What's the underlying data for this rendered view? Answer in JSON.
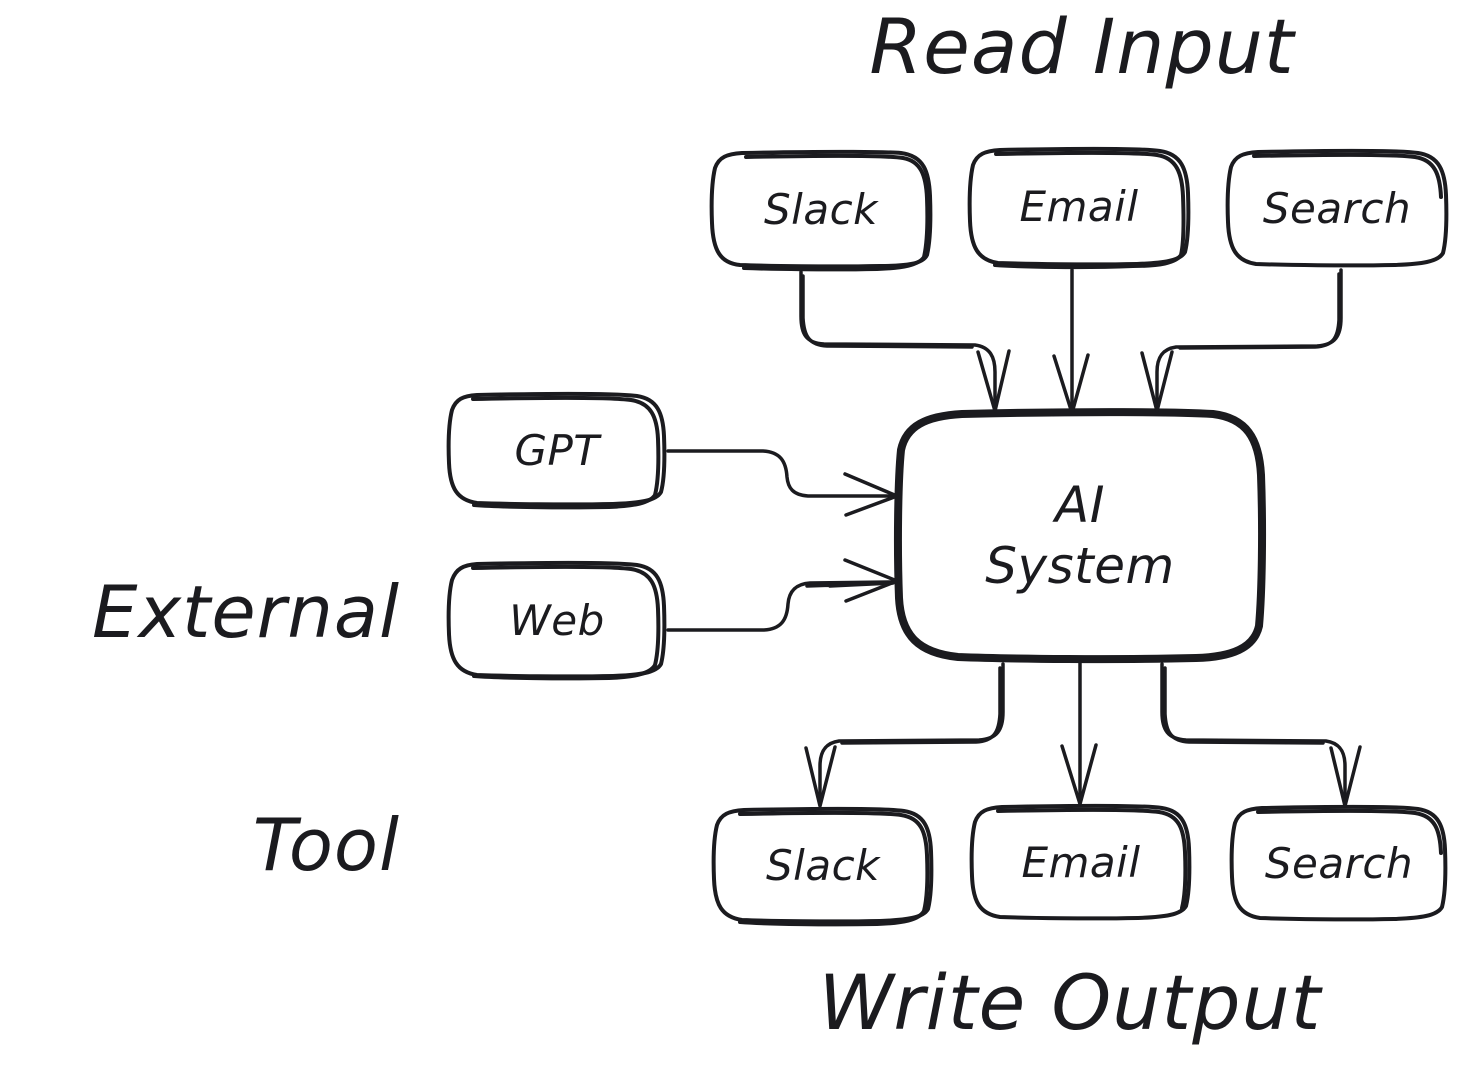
{
  "diagram": {
    "title_read_input": "Read Input",
    "title_write_output": "Write Output",
    "title_external_tool_line1": "External",
    "title_external_tool_line2": "Tool",
    "stroke_color": "#1b1b1f",
    "background_color": "#ffffff",
    "center_node": {
      "label_line1": "AI",
      "label_line2": "System"
    },
    "input_nodes": [
      {
        "label": "Slack"
      },
      {
        "label": "Email"
      },
      {
        "label": "Search"
      }
    ],
    "output_nodes": [
      {
        "label": "Slack"
      },
      {
        "label": "Email"
      },
      {
        "label": "Search"
      }
    ],
    "tool_nodes": [
      {
        "label": "GPT"
      },
      {
        "label": "Web"
      }
    ],
    "edges": [
      {
        "from": "Slack",
        "to": "AI System",
        "direction": "down"
      },
      {
        "from": "Email",
        "to": "AI System",
        "direction": "down"
      },
      {
        "from": "Search",
        "to": "AI System",
        "direction": "down"
      },
      {
        "from": "GPT",
        "to": "AI System",
        "direction": "right"
      },
      {
        "from": "Web",
        "to": "AI System",
        "direction": "right"
      },
      {
        "from": "AI System",
        "to": "Slack",
        "direction": "down"
      },
      {
        "from": "AI System",
        "to": "Email",
        "direction": "down"
      },
      {
        "from": "AI System",
        "to": "Search",
        "direction": "down"
      }
    ]
  }
}
